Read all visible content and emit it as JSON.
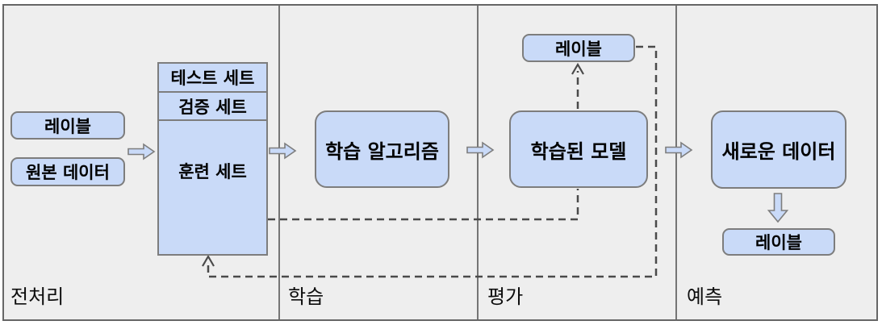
{
  "diagram": {
    "kind": "machine-learning-workflow-flowchart",
    "sections": [
      {
        "id": "preprocessing",
        "label": "전처리"
      },
      {
        "id": "training",
        "label": "학습"
      },
      {
        "id": "evaluation",
        "label": "평가"
      },
      {
        "id": "prediction",
        "label": "예측"
      }
    ],
    "nodes": {
      "input_label": "레이블",
      "raw_data": "원본 데이터",
      "test_set": "테스트 세트",
      "validation_set": "검증 세트",
      "training_set": "훈련 세트",
      "learning_algorithm": "학습 알고리즘",
      "evaluation_label": "레이블",
      "trained_model": "학습된 모델",
      "new_data": "새로운 데이터",
      "predicted_label": "레이블"
    },
    "colors": {
      "node_fill": "#c9daf8",
      "node_border": "#7d7d7d",
      "background": "#eeeeee",
      "frame_border": "#666666",
      "divider": "#757575",
      "dashed_line": "#4a4a4a"
    }
  }
}
